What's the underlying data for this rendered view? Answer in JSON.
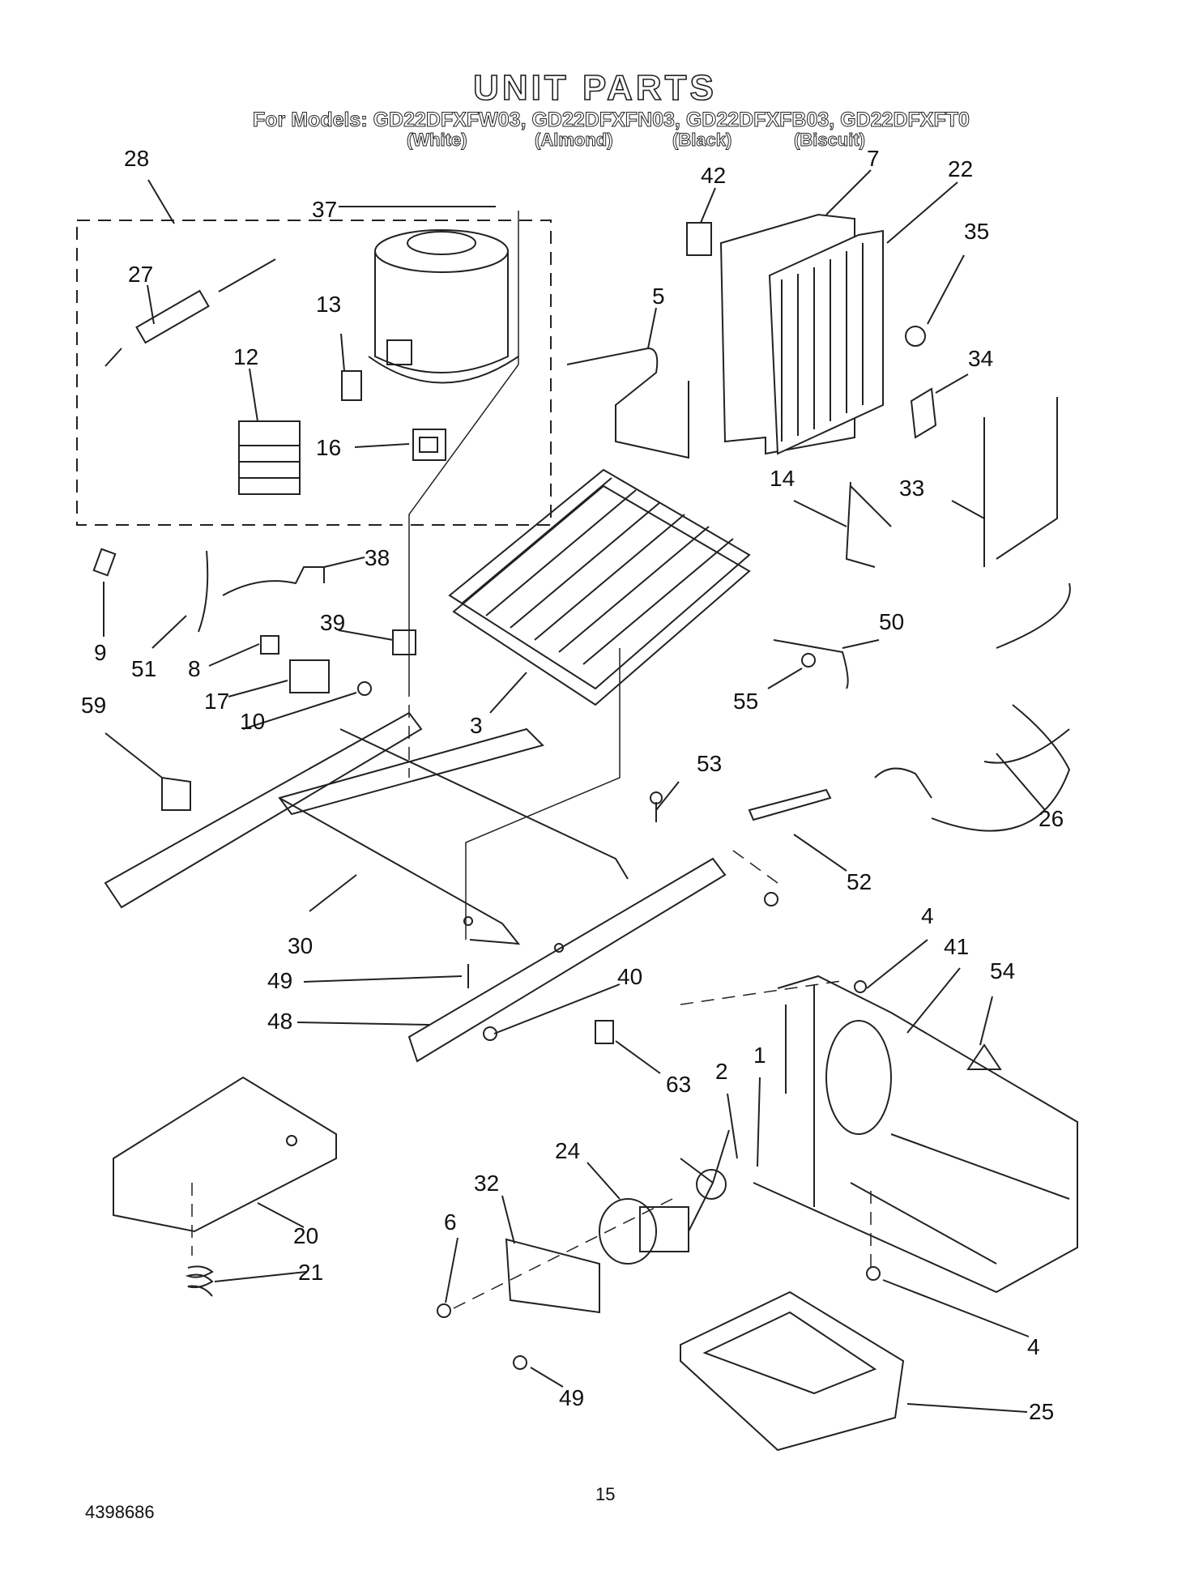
{
  "title": "UNIT PARTS",
  "models_line": "For Models: GD22DFXFW03, GD22DFXFN03, GD22DFXFB03, GD22DFXFT0",
  "variants": [
    "(White)",
    "(Almond)",
    "(Black)",
    "(Biscuit)"
  ],
  "callouts": [
    "28",
    "37",
    "27",
    "13",
    "12",
    "16",
    "42",
    "7",
    "22",
    "35",
    "5",
    "34",
    "14",
    "33",
    "38",
    "9",
    "51",
    "39",
    "8",
    "17",
    "10",
    "59",
    "3",
    "50",
    "55",
    "53",
    "26",
    "52",
    "30",
    "49",
    "48",
    "40",
    "4",
    "41",
    "54",
    "63",
    "2",
    "1",
    "24",
    "32",
    "6",
    "20",
    "21",
    "4",
    "25",
    "49"
  ],
  "page_number": "15",
  "doc_number": "4398686"
}
